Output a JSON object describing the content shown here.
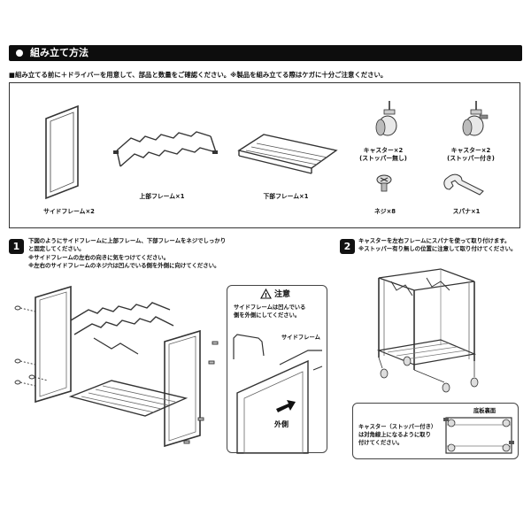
{
  "section_title": "組み立て方法",
  "intro_text": "■組み立てる前に＋ドライバーを用意して、部品と数量をご確認ください。※製品を組み立てる際はケガに十分ご注意ください。",
  "parts": {
    "side_frame": "サイドフレーム×2",
    "top_frame": "上部フレーム×1",
    "bottom_frame": "下部フレーム×1",
    "caster_no_stopper": "キャスター×2",
    "caster_no_stopper_note": "(ストッパー無し)",
    "caster_stopper": "キャスター×2",
    "caster_stopper_note": "(ストッパー付き)",
    "screw": "ネジ×8",
    "spanner": "スパナ×1"
  },
  "step1": {
    "number": "1",
    "line1": "下図のようにサイドフレームに上部フレーム、下部フレームをネジでしっかり",
    "line2": "と固定してください。",
    "line3": "※サイドフレームの左右の向きに気をつけてください。",
    "line4": "※左右のサイドフレームのネジ穴は凹んでいる側を外側に向けてください。"
  },
  "caution": {
    "title": "注意",
    "line1": "サイドフレームは凹んでいる",
    "line2": "側を外側にしてください。",
    "side_frame_label": "サイドフレーム",
    "outside_label": "外側"
  },
  "step2": {
    "number": "2",
    "line1": "キャスターを左右フレームにスパナを使って取り付けます。",
    "line2": "※ストッパー有り無しの位置に注意して取り付けてください。"
  },
  "bottom_view": {
    "label": "底板裏面",
    "note1": "キャスター（ストッパー付き）",
    "note2": "は対角線上になるように取り",
    "note3": "付けてください。"
  }
}
